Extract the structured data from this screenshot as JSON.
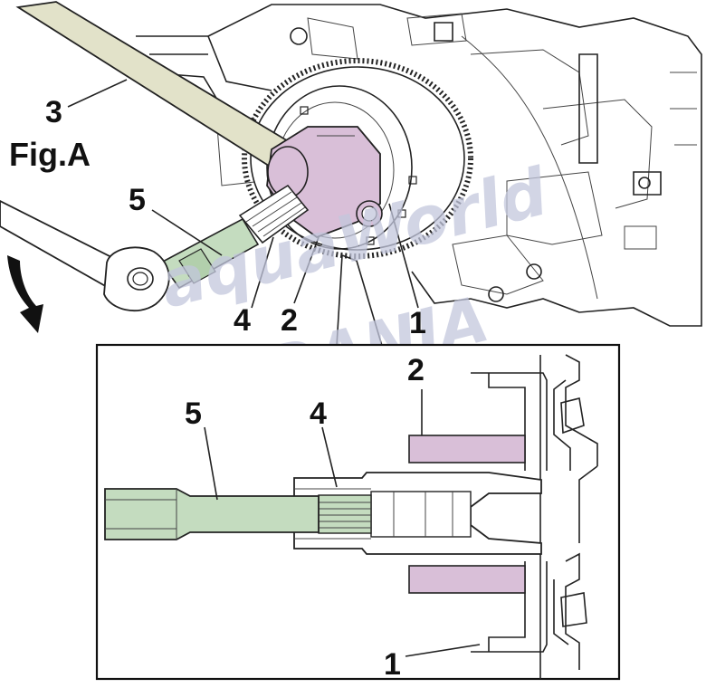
{
  "figure": {
    "title": "Fig.A",
    "watermark_line1": "aquaWorld",
    "watermark_line2": "DANIA"
  },
  "callouts": {
    "top": [
      {
        "id": "bar",
        "label": "3"
      },
      {
        "id": "shaft",
        "label": "5"
      },
      {
        "id": "adapter",
        "label": "4"
      },
      {
        "id": "holder",
        "label": "2"
      },
      {
        "id": "flywheel",
        "label": "1"
      }
    ],
    "detail": [
      {
        "id": "holder",
        "label": "2"
      },
      {
        "id": "shaft",
        "label": "5"
      },
      {
        "id": "adapter",
        "label": "4"
      },
      {
        "id": "flywheel",
        "label": "1"
      }
    ]
  },
  "colors": {
    "shaft_green": "#c4dcbf",
    "holder_purple": "#d9bfd8",
    "bar_beige": "#e2e2c9",
    "watermark": "#c3c7dd",
    "outline": "#222222"
  },
  "icons": {
    "rotation": "curved-arrow-icon"
  }
}
